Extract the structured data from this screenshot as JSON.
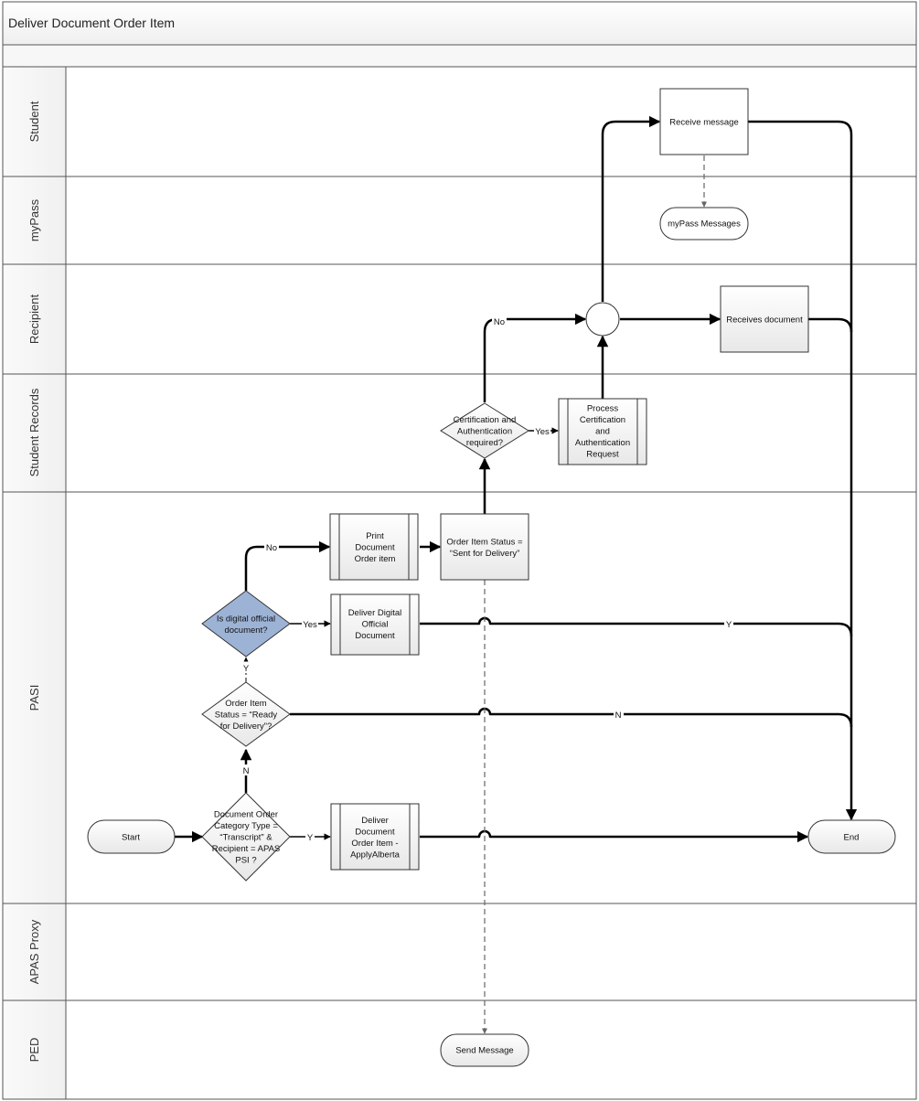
{
  "title": "Deliver Document Order Item",
  "lanes": [
    {
      "id": "student",
      "label": "Student"
    },
    {
      "id": "mypass",
      "label": "myPass"
    },
    {
      "id": "recipient",
      "label": "Recipient"
    },
    {
      "id": "student_records",
      "label": "Student Records"
    },
    {
      "id": "pasi",
      "label": "PASI"
    },
    {
      "id": "apas_proxy",
      "label": "APAS Proxy"
    },
    {
      "id": "ped",
      "label": "PED"
    }
  ],
  "nodes": {
    "start": {
      "lines": [
        "Start"
      ]
    },
    "end": {
      "lines": [
        "End"
      ]
    },
    "d_category": {
      "lines": [
        "Document Order",
        "Category Type =",
        "“Transcript” &",
        "Recipient = APAS",
        "PSI ?"
      ]
    },
    "d_status": {
      "lines": [
        "Order Item",
        "Status = “Ready",
        "for Delivery”?"
      ]
    },
    "d_digital": {
      "lines": [
        "Is digital official",
        "document?"
      ]
    },
    "p_apply": {
      "lines": [
        "Deliver",
        "Document",
        "Order Item -",
        "ApplyAlberta"
      ]
    },
    "p_digital": {
      "lines": [
        "Deliver Digital",
        "Official",
        "Document"
      ]
    },
    "p_print": {
      "lines": [
        "Print",
        "Document",
        "Order item"
      ]
    },
    "t_status": {
      "lines": [
        "Order Item Status =",
        "“Sent for Delivery”"
      ]
    },
    "d_cert": {
      "lines": [
        "Certification and",
        "Authentication",
        "required?"
      ]
    },
    "p_cert": {
      "lines": [
        "Process",
        "Certification",
        "and",
        "Authentication",
        "Request"
      ]
    },
    "merge": {
      "lines": []
    },
    "recv_doc": {
      "lines": [
        "Receives document"
      ]
    },
    "recv_msg": {
      "lines": [
        "Receive message"
      ]
    },
    "mypass_msgs": {
      "lines": [
        "myPass Messages"
      ]
    },
    "send_msg": {
      "lines": [
        "Send Message"
      ]
    }
  },
  "edge_labels": {
    "y1": "Y",
    "n1": "N",
    "y2": "Y",
    "n2": "N",
    "yes_digital": "Yes",
    "no_digital": "No",
    "y_digital_end": "Y",
    "yes_cert": "Yes",
    "no_cert": "No"
  }
}
